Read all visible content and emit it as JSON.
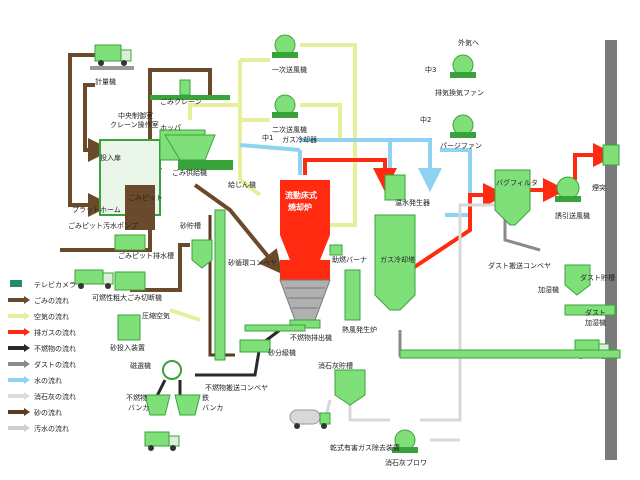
{
  "labels": {
    "scale": "計量機",
    "crane": "ごみクレーン",
    "control": "中央制御室",
    "crane_op": "クレーン操作室",
    "hopper": "ホッパ",
    "entry": "投入扉",
    "platform": "プラットホーム",
    "pit": "ごみピット",
    "pit_pump": "ごみピット汚水ポンプ",
    "pit_tank": "ごみピット排水槽",
    "cutter": "可燃性粗大ごみ切断機",
    "feeder": "ごみ供給機",
    "sand_tank": "砂貯槽",
    "circ_conv": "砂循環コンベヤ",
    "sand_conv": "給じん機",
    "reactor_1": "流動床式",
    "reactor_2": "焼却炉",
    "burner": "助燃バーナ",
    "noncomb_out": "不燃物排出機",
    "sand_sep": "砂分級機",
    "noncomb_conv": "不燃物搬送コンベヤ",
    "hot_air": "熱風発生炉",
    "comp_air": "圧縮空気",
    "sand_equip": "砂投入装置",
    "magnet": "磁選機",
    "noncomb_bunker_1": "不燃物",
    "noncomb_bunker_2": "バンカ",
    "iron_bunker_1": "鉄",
    "iron_bunker_2": "バンカ",
    "fan1": "一次送風機",
    "fan2": "二次送風機",
    "gas_cooler_top": "ガス冷却器",
    "gas_cooler": "ガス冷却塔",
    "water_gen": "温水発生器",
    "exhaust_out": "外気へ",
    "exhaust_fan": "排気換気ファン",
    "purge_fan": "パージファン",
    "bag_filter": "バグフィルタ",
    "induced_fan": "誘引送風機",
    "chimney": "煙突",
    "dust_conv": "ダスト搬送コンベヤ",
    "dust_tank": "ダスト貯槽",
    "humid": "加湿機",
    "dust_humid_1": "ダスト",
    "dust_humid_2": "加湿機",
    "lime_tank": "消石灰貯槽",
    "dry_gas": "乾式有害ガス除去装置",
    "lime_blower": "消石灰ブロワ",
    "mark_1": "中1",
    "mark_2": "中2",
    "mark_3": "中3"
  },
  "legend": [
    {
      "label": "テレビカメラ",
      "color": "#1f8a70",
      "kind": "camera"
    },
    {
      "label": "ごみの流れ",
      "color": "#6b4a2b",
      "kind": "arrow"
    },
    {
      "label": "空気の流れ",
      "color": "#e8ef9a",
      "kind": "arrow"
    },
    {
      "label": "排ガスの流れ",
      "color": "#ff2a10",
      "kind": "arrow"
    },
    {
      "label": "不燃物の流れ",
      "color": "#2a2a2a",
      "kind": "arrow"
    },
    {
      "label": "ダストの流れ",
      "color": "#8a8a8a",
      "kind": "arrow"
    },
    {
      "label": "水の流れ",
      "color": "#8fd3f0",
      "kind": "arrow"
    },
    {
      "label": "消石灰の流れ",
      "color": "#dcdcdc",
      "kind": "arrow"
    },
    {
      "label": "砂の流れ",
      "color": "#5b3a22",
      "kind": "arrow"
    },
    {
      "label": "汚水の流れ",
      "color": "#cfcfcf",
      "kind": "arrow"
    }
  ],
  "colors": {
    "equipment": "#7fe07a",
    "equipment_dark": "#3aa23a",
    "furnace": "#ff2a10",
    "garbage": "#6b4a2b",
    "air": "#e8ef9a",
    "exhaust": "#ff2a10",
    "water": "#8fd3f0",
    "dust": "#8a8a8a",
    "lime": "#d8d8d8",
    "chimney": "#7a7a7a"
  }
}
